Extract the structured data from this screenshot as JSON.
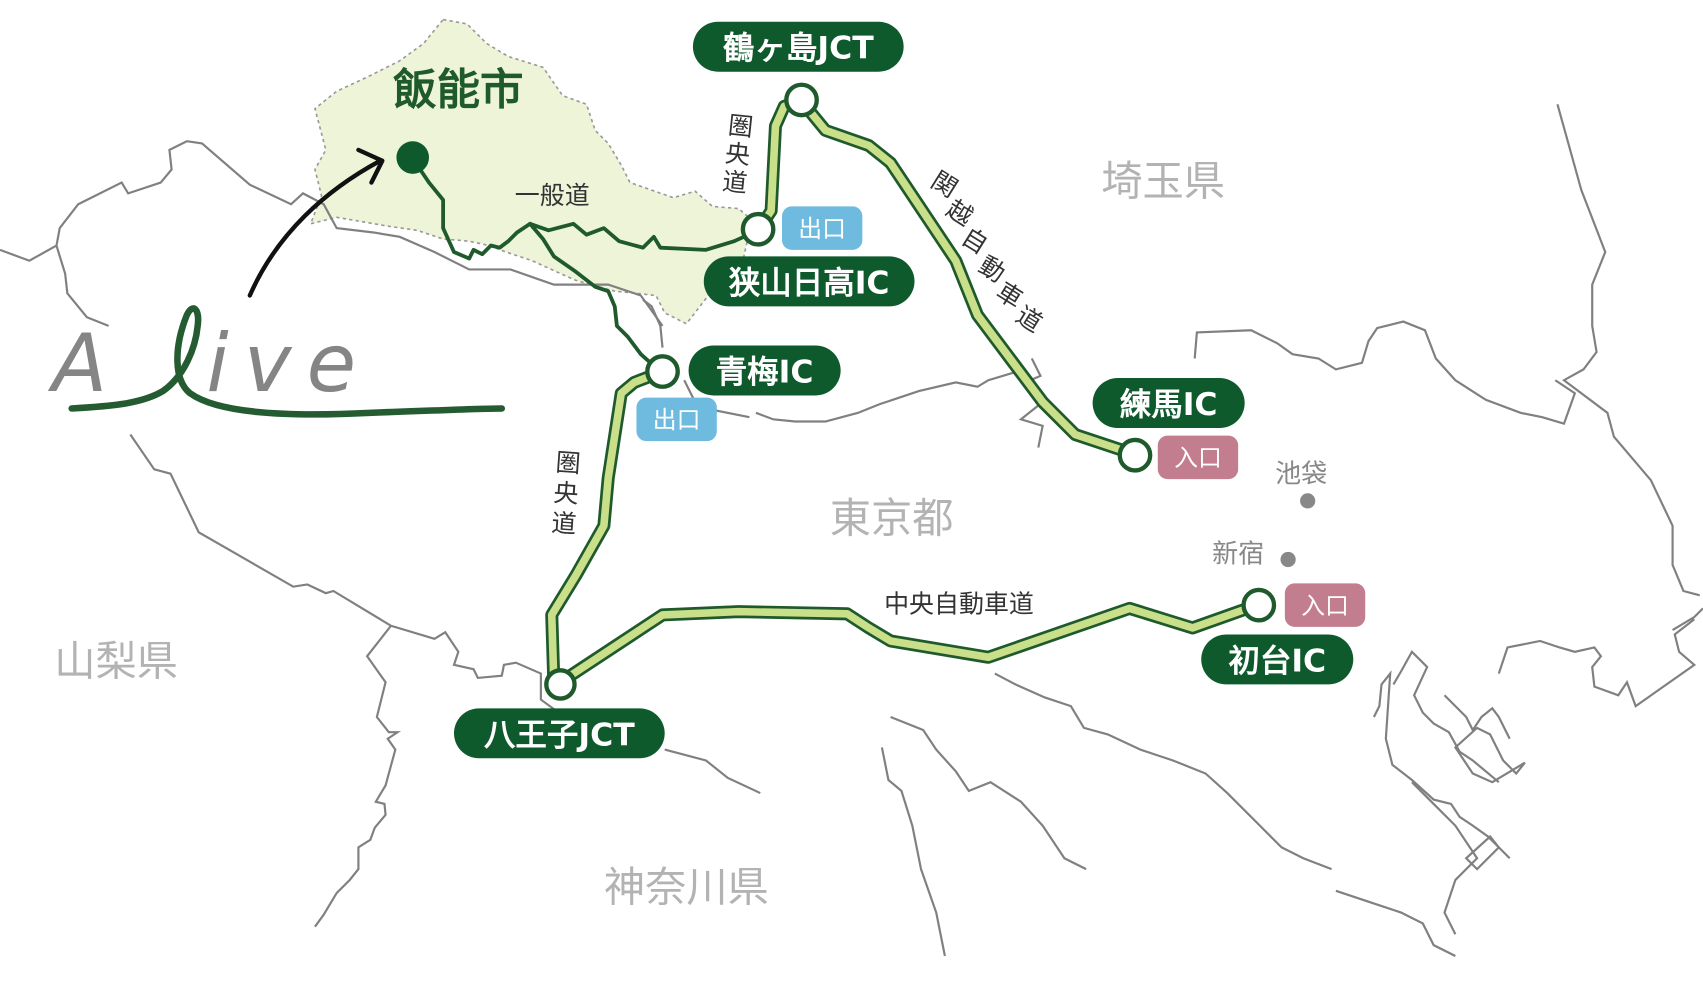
{
  "city": {
    "name": "飯能市"
  },
  "logo": {
    "text": "Alive",
    "l_letter": "l"
  },
  "prefectures": {
    "saitama": "埼玉県",
    "tokyo": "東京都",
    "yamanashi": "山梨県",
    "kanagawa": "神奈川県"
  },
  "stations": {
    "ikebukuro": "池袋",
    "shinjuku": "新宿"
  },
  "road_labels": {
    "general_road": "一般道",
    "ken_o_north_1": "圏",
    "ken_o_north_2": "央",
    "ken_o_north_3": "道",
    "ken_o_south_1": "圏",
    "ken_o_south_2": "央",
    "ken_o_south_3": "道",
    "kan_etsu": [
      "関",
      "越",
      "自",
      "動",
      "車",
      "道"
    ],
    "chuo": "中央自動車道"
  },
  "interchanges": {
    "tsurugashima": "鶴ヶ島JCT",
    "sayama_hidaka": "狭山日高IC",
    "ome": "青梅IC",
    "nerima": "練馬IC",
    "hachioji": "八王子JCT",
    "hatsudai": "初台IC"
  },
  "tags": {
    "sayama_exit": "出口",
    "ome_exit": "出口",
    "nerima_enter": "入口",
    "hatsudai_enter": "入口"
  },
  "colors": {
    "pill_green": "#0f5a2d",
    "route_dark": "#1f5a2c",
    "route_light": "#c9df8a",
    "exit_blue": "#6fbbe0",
    "enter_pink": "#c27d8f",
    "hanno_fill": "#eef4d8",
    "border_gray": "#808080"
  }
}
